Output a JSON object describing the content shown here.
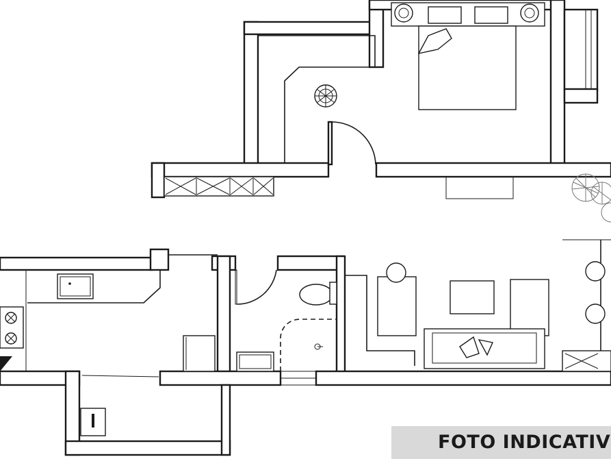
{
  "banner": {
    "label": "FOTO INDICATIV"
  },
  "colors": {
    "line": "#1a1a1a",
    "banner_bg": "#d9d9d9",
    "background": "#ffffff"
  },
  "rooms": [
    "bedroom",
    "corridor",
    "kitchen",
    "bathroom",
    "living-room",
    "balcony"
  ]
}
